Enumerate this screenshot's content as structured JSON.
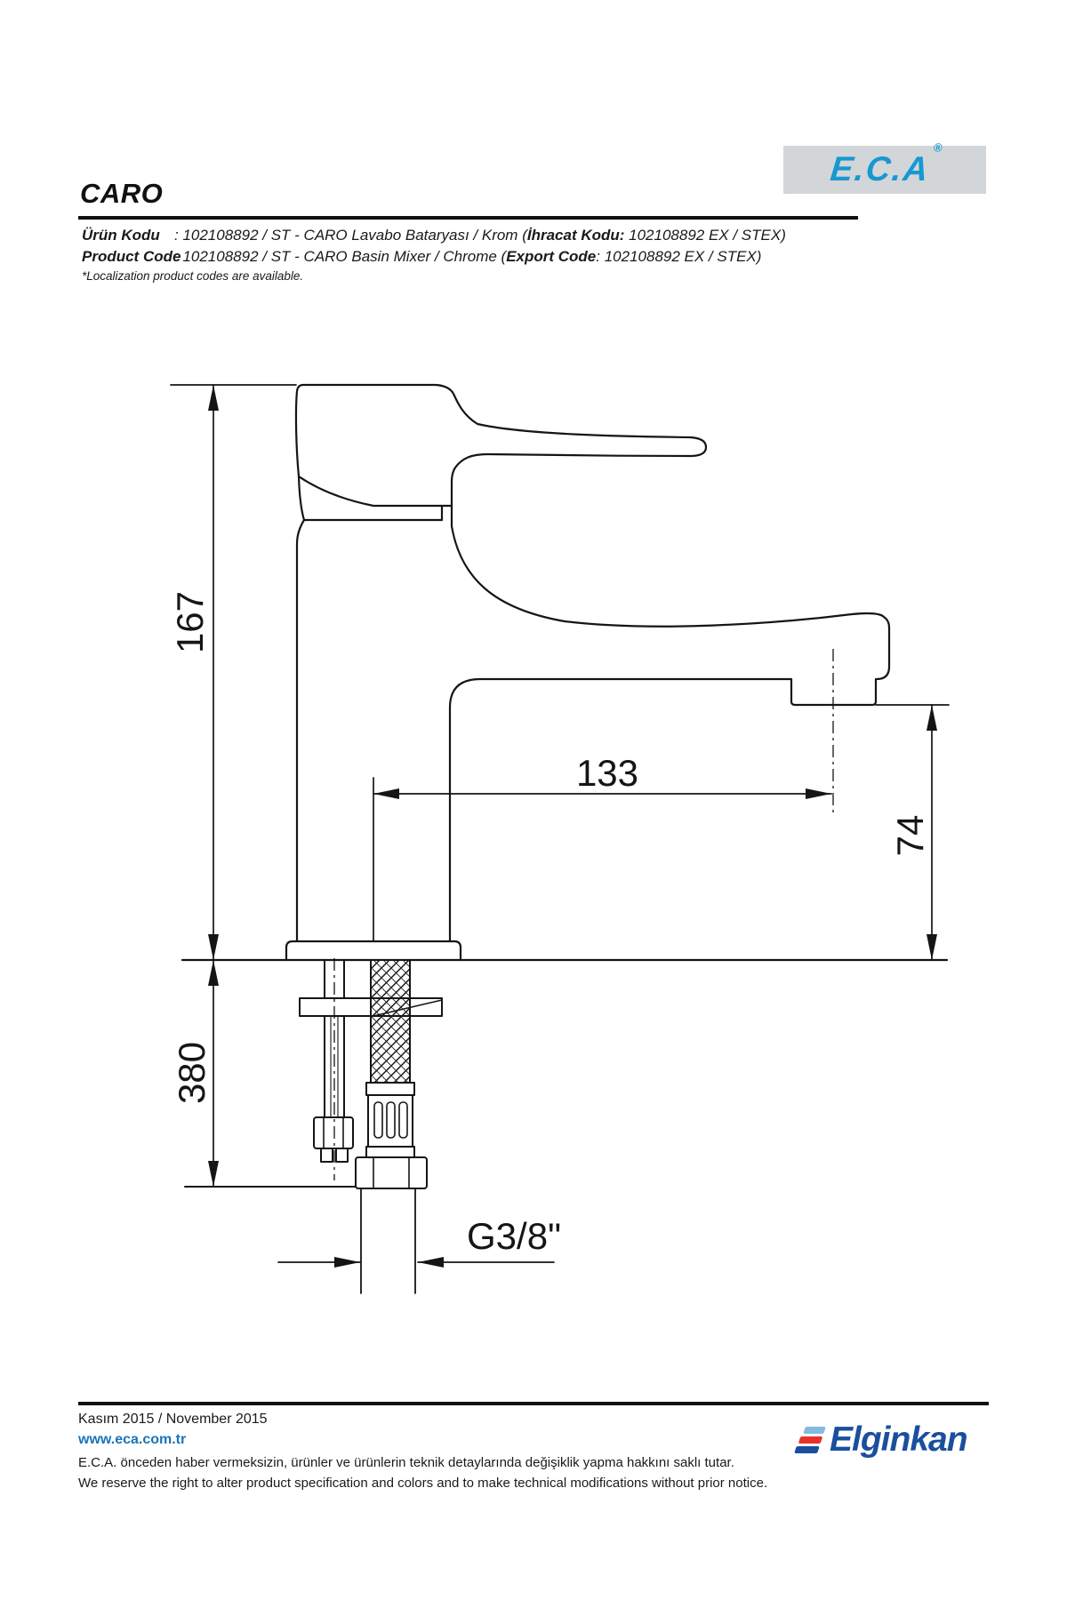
{
  "header": {
    "title": "CARO",
    "brand_logo": {
      "text": "E.C.A",
      "registered_mark": "®"
    }
  },
  "product_info": {
    "line1": {
      "label": "Ürün Kodu",
      "value": ": 102108892 / ST - CARO Lavabo Bataryası / Krom (",
      "bold_part": "İhracat Kodu:",
      "value_end": " 102108892 EX / STEX)"
    },
    "line2": {
      "label": "Product Code",
      "value": ": 102108892 / ST - CARO Basin Mixer / Chrome (",
      "bold_part": "Export Code",
      "value_end": ": 102108892 EX / STEX)"
    },
    "note": "*Localization product codes are available."
  },
  "drawing": {
    "description": "Side-view technical drawing of CARO single-lever basin mixer with flexible supply hose",
    "dimensions": {
      "total_height": "167",
      "spout_reach": "133",
      "outlet_height": "74",
      "hose_length": "380",
      "connection_thread": "G3/8\""
    }
  },
  "footer": {
    "date": "Kasım 2015 / November 2015",
    "website": "www.eca.com.tr",
    "disclaimer_tr": "E.C.A. önceden haber vermeksizin, ürünler ve ürünlerin teknik detaylarında değişiklik yapma hakkını saklı tutar.",
    "disclaimer_en": "We reserve the right to alter product specification and colors and to make technical modifications without prior notice.",
    "company_logo_text": "Elginkan"
  },
  "colors": {
    "eca_blue": "#1898d0",
    "link_blue": "#1a74b8",
    "elginkan_blue": "#1a4f9e",
    "elginkan_red": "#e5332b",
    "elginkan_lightblue": "#83badf",
    "logo_bg": "#d2d6d8",
    "line_color": "#151515"
  }
}
